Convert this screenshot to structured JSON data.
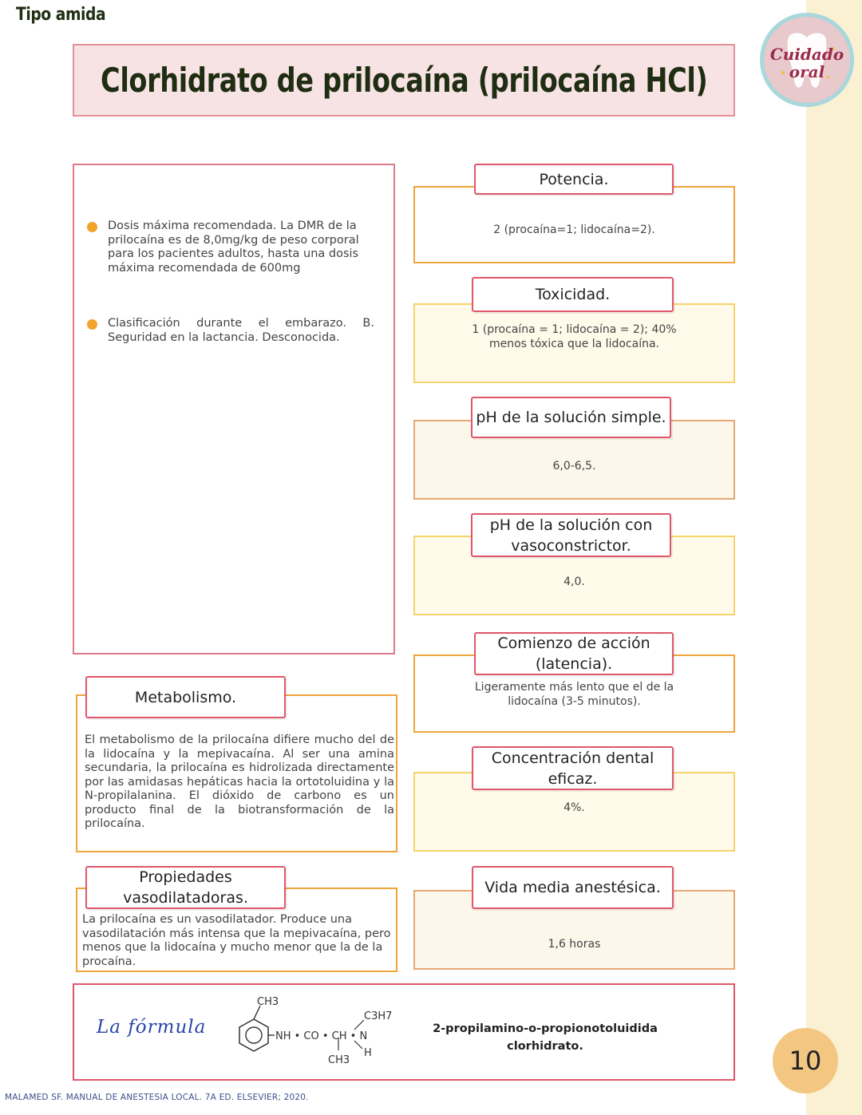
{
  "section_tag": "Tipo amida",
  "logo": {
    "line1": "Cuidado",
    "line2": "oral"
  },
  "title": "Clorhidrato de prilocaína (prilocaína HCl)",
  "left_panel": {
    "bullets": [
      "Dosis máxima recomendada. La DMR de la prilocaína es de 8,0mg/kg de peso corporal para los pacientes adultos, hasta una dosis máxima recomendada de 600mg",
      "Clasificación durante el embarazo. B. Seguridad en la lactancia. Desconocida."
    ]
  },
  "properties": [
    {
      "label": "Potencia.",
      "value": "2 (procaína=1; lidocaína=2)."
    },
    {
      "label": "Toxicidad.",
      "value": "1 (procaína = 1; lidocaína = 2); 40% menos tóxica que la lidocaína."
    },
    {
      "label": "pH de la solución simple.",
      "value": "6,0-6,5."
    },
    {
      "label": "pH de la solución con vasoconstrictor.",
      "value": "4,0."
    },
    {
      "label": "Comienzo de acción (latencia).",
      "value": "Ligeramente más lento que el de la lidocaína (3-5 minutos)."
    },
    {
      "label": "Concentración dental eficaz.",
      "value": "4%."
    },
    {
      "label": "Vida media anestésica.",
      "value": "1,6 horas"
    }
  ],
  "metabolismo": {
    "label": "Metabolismo.",
    "text": "El metabolismo de la prilocaína difiere mucho del de la lidocaína y la mepivacaína. Al ser una amina secundaria, la prilocaína es hidrolizada directamente por las amidasas hepáticas hacia la ortotoluidina y la N-propilalanina. El dióxido de carbono es un producto final de la biotransformación de la prilocaína."
  },
  "vasodilatadoras": {
    "label": "Propiedades vasodilatadoras.",
    "text": "La prilocaína es un vasodilatador. Produce una vasodilatación más intensa que la mepivacaína, pero menos que la lidocaína y mucho menor que la de la procaína."
  },
  "formula": {
    "label": "La fórmula",
    "structure": {
      "ch3_top": "CH3",
      "chain": "NH • CO • CH • N",
      "c3h7": "C3H7",
      "h": "H",
      "ch3_bottom": "CH3"
    },
    "name": "2-propilamino-o-propionotoluidida clorhidrato."
  },
  "page_number": "10",
  "source": "MALAMED SF. MANUAL DE ANESTESIA LOCAL. 7A ED. ELSEVIER; 2020.",
  "colors": {
    "title_bg": "#f8e3e4",
    "label_border": "#e0566b",
    "bullet": "#f2a32c",
    "side_strip": "#faf0d2",
    "page_circle": "#f3c682",
    "formula_label": "#2845a8"
  }
}
